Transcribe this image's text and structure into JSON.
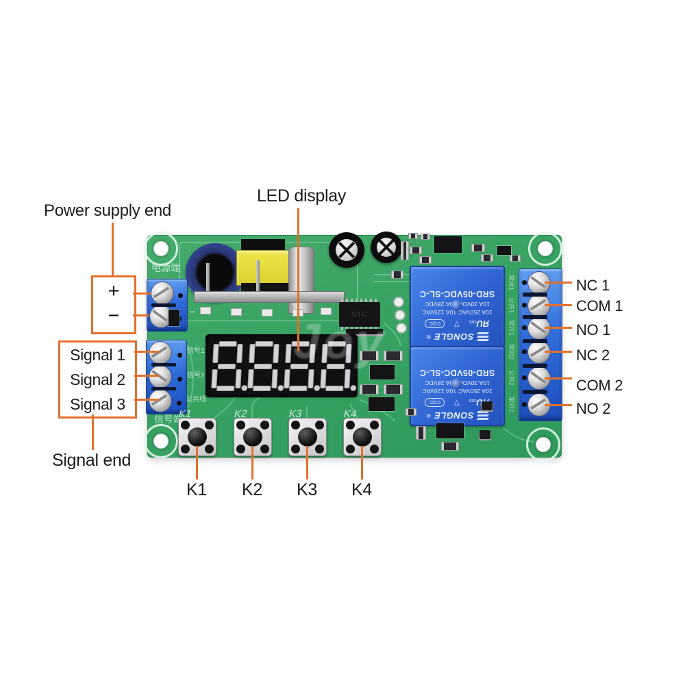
{
  "annotations": {
    "power_supply": {
      "label": "Power supply end",
      "plus": "+",
      "minus": "−"
    },
    "led_display_label": "LED display",
    "signal_inputs": [
      "Signal 1",
      "Signal 2",
      "Signal 3"
    ],
    "signal_end_label": "Signal end",
    "buttons": [
      "K1",
      "K2",
      "K3",
      "K4"
    ],
    "relay_terminal_labels": [
      "NC 1",
      "COM 1",
      "NO 1",
      "NC 2",
      "COM 2",
      "NO 2"
    ]
  },
  "board": {
    "silkscreen": {
      "power_end_cn": "电源端",
      "signal_end_cn": "信号端",
      "signal_row_cn": [
        "信号1",
        "信号2",
        "公共线"
      ],
      "button_cn": [
        "K1",
        "K2",
        "K3",
        "K4"
      ],
      "relay_terminal_cn": [
        "常闭1",
        "公共1",
        "常开1",
        "常闭2",
        "公共2",
        "常开2"
      ],
      "plus": "+",
      "minus": "−"
    },
    "display": {
      "digits": "8888"
    },
    "mcu_label": "STC",
    "relay": {
      "model": "SRD-05VDC-SL-C",
      "rating_dc": "10A 30VDC  10A 28VDC",
      "rating_ac": "10A 250VAC  10A 125VAC",
      "brand": "SONGLE",
      "reg": "®",
      "cert_ul": "ЯU",
      "cert_c": "c",
      "cert_us": "us",
      "cert_tri": "▽",
      "cert_cqc": "CQC"
    }
  },
  "watermark": "Joy",
  "colors": {
    "accent": "#e2702b",
    "pcb": "#3aa263",
    "terminal_blue": "#2f6bd9",
    "relay_blue": "#2f63d2"
  }
}
